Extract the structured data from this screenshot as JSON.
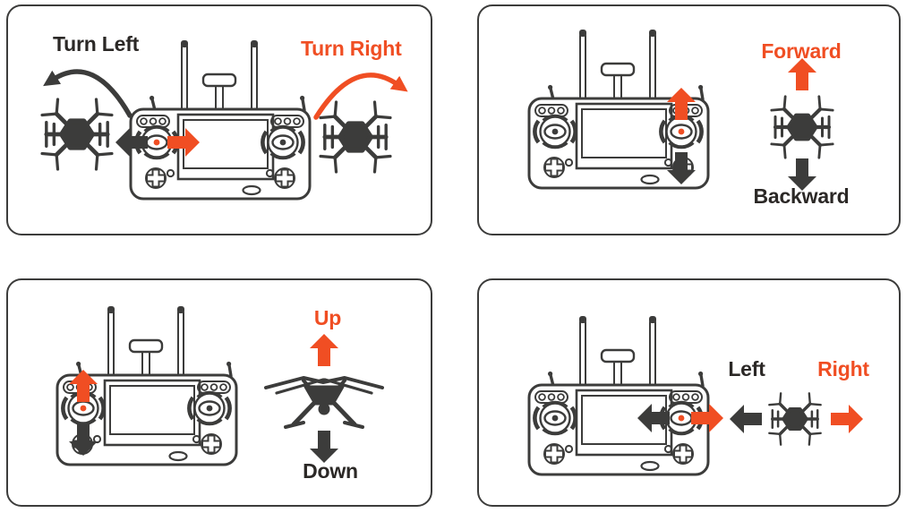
{
  "colors": {
    "accent_orange": "#F04E23",
    "ink": "#3C3C3B",
    "text_dark": "#2B2826",
    "panel_border": "#3C3C3B",
    "background": "#FFFFFF"
  },
  "panels": [
    {
      "name": "turn-control",
      "active_stick": "left",
      "stick_motion": "horizontal",
      "labels": [
        {
          "text": "Turn Left",
          "color": "#2B2826"
        },
        {
          "text": "Turn Right",
          "color": "#F04E23"
        }
      ]
    },
    {
      "name": "forward-backward-control",
      "active_stick": "right",
      "stick_motion": "vertical",
      "labels": [
        {
          "text": "Forward",
          "color": "#F04E23"
        },
        {
          "text": "Backward",
          "color": "#2B2826"
        }
      ]
    },
    {
      "name": "up-down-control",
      "active_stick": "left",
      "stick_motion": "vertical",
      "labels": [
        {
          "text": "Up",
          "color": "#F04E23"
        },
        {
          "text": "Down",
          "color": "#2B2826"
        }
      ]
    },
    {
      "name": "left-right-control",
      "active_stick": "right",
      "stick_motion": "horizontal",
      "labels": [
        {
          "text": "Left",
          "color": "#2B2826"
        },
        {
          "text": "Right",
          "color": "#F04E23"
        }
      ]
    }
  ]
}
